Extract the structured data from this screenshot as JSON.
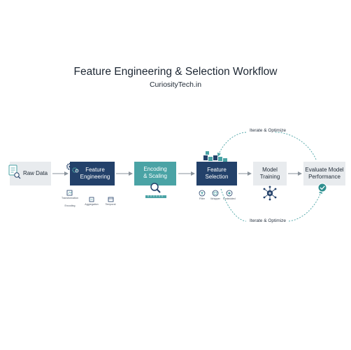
{
  "title": "Feature Engineering & Selection Workflow",
  "subtitle": "CuriosityTech.in",
  "steps": {
    "raw_data": "Raw Data",
    "feature_engineering": "Feature\nEngineering",
    "encoding_scaling": "Encoding\n& Scaling",
    "feature_selection": "Feature\nSelection",
    "model_training": "Model\nTraining",
    "evaluate": "Evaluate Model\nPerformance"
  },
  "fe_subs": {
    "transformation": "Transformation",
    "encoding": "Encoding",
    "aggregation": "Aggregation",
    "temporal": "Temporal"
  },
  "fs_subs": {
    "filter": "Filter",
    "wrapper": "Wrapper",
    "embedded": "Embedded"
  },
  "loop_top": "Iterate & Optimize",
  "loop_bottom": "Iterate & Optimize",
  "colors": {
    "navy": "#23416a",
    "teal": "#4aa3a5",
    "light_box": "#e8ebee",
    "arrow": "#8a939c",
    "check": "#2f8f8f"
  }
}
